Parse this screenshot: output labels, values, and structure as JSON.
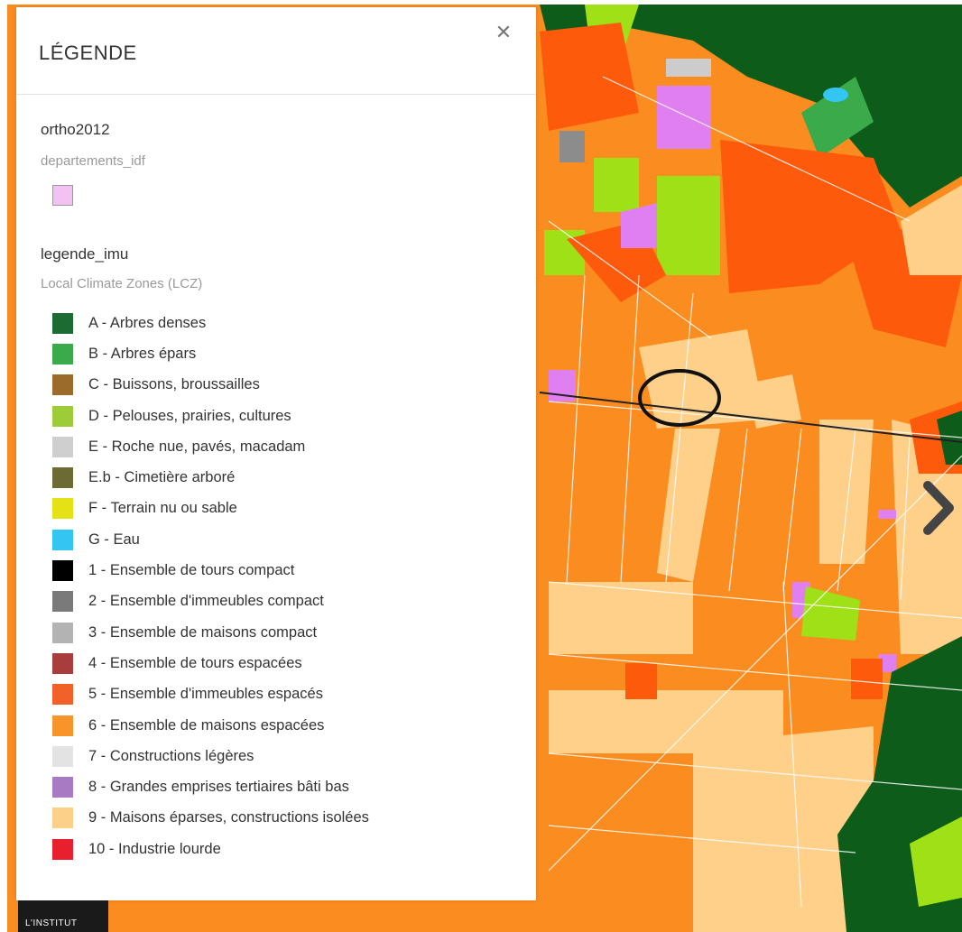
{
  "legend": {
    "title": "LÉGENDE",
    "close_icon": "close-icon",
    "layers": [
      {
        "name": "ortho2012",
        "subtitle": "departements_idf",
        "swatch_color": "#f3c1f3"
      },
      {
        "name": "legende_imu",
        "subtitle": "Local Climate Zones (LCZ)"
      }
    ],
    "lcz_items": [
      {
        "label": "A - Arbres denses",
        "color": "#1c6b32"
      },
      {
        "label": "B - Arbres épars",
        "color": "#3aaa4a"
      },
      {
        "label": "C - Buissons, broussailles",
        "color": "#9c6b2a"
      },
      {
        "label": "D - Pelouses, prairies, cultures",
        "color": "#9ccc38"
      },
      {
        "label": "E - Roche nue, pavés, macadam",
        "color": "#cfcfcf"
      },
      {
        "label": "E.b - Cimetière arboré",
        "color": "#6b6b33"
      },
      {
        "label": "F - Terrain nu ou sable",
        "color": "#e4e214"
      },
      {
        "label": "G - Eau",
        "color": "#33c6f2"
      },
      {
        "label": "1 - Ensemble de tours compact",
        "color": "#000000"
      },
      {
        "label": "2 - Ensemble d'immeubles compact",
        "color": "#7a7a7a"
      },
      {
        "label": "3 - Ensemble de maisons compact",
        "color": "#b3b3b3"
      },
      {
        "label": "4 - Ensemble de tours espacées",
        "color": "#a93c3c"
      },
      {
        "label": "5 - Ensemble d'immeubles espacés",
        "color": "#f2612a"
      },
      {
        "label": "6 - Ensemble de maisons espacées",
        "color": "#f7952b"
      },
      {
        "label": "7 - Constructions légères",
        "color": "#e3e3e3"
      },
      {
        "label": "8 - Grandes emprises tertiaires bâti bas",
        "color": "#a97ac4"
      },
      {
        "label": "9 - Maisons éparses, constructions isolées",
        "color": "#fdd08a"
      },
      {
        "label": "10 - Industrie lourde",
        "color": "#e8202e"
      }
    ]
  },
  "map": {
    "next_icon": "chevron-right-icon",
    "marker": "circle-marker",
    "colors": {
      "base": "#fb8c1f",
      "light": "#fed08a",
      "red": "#fd5a0c",
      "green_dark": "#0e5c1a",
      "green_light": "#9fe017",
      "violet": "#e080f0",
      "grey": "#cccccc"
    }
  },
  "footer": {
    "logo_text": "L'INSTITUT"
  }
}
